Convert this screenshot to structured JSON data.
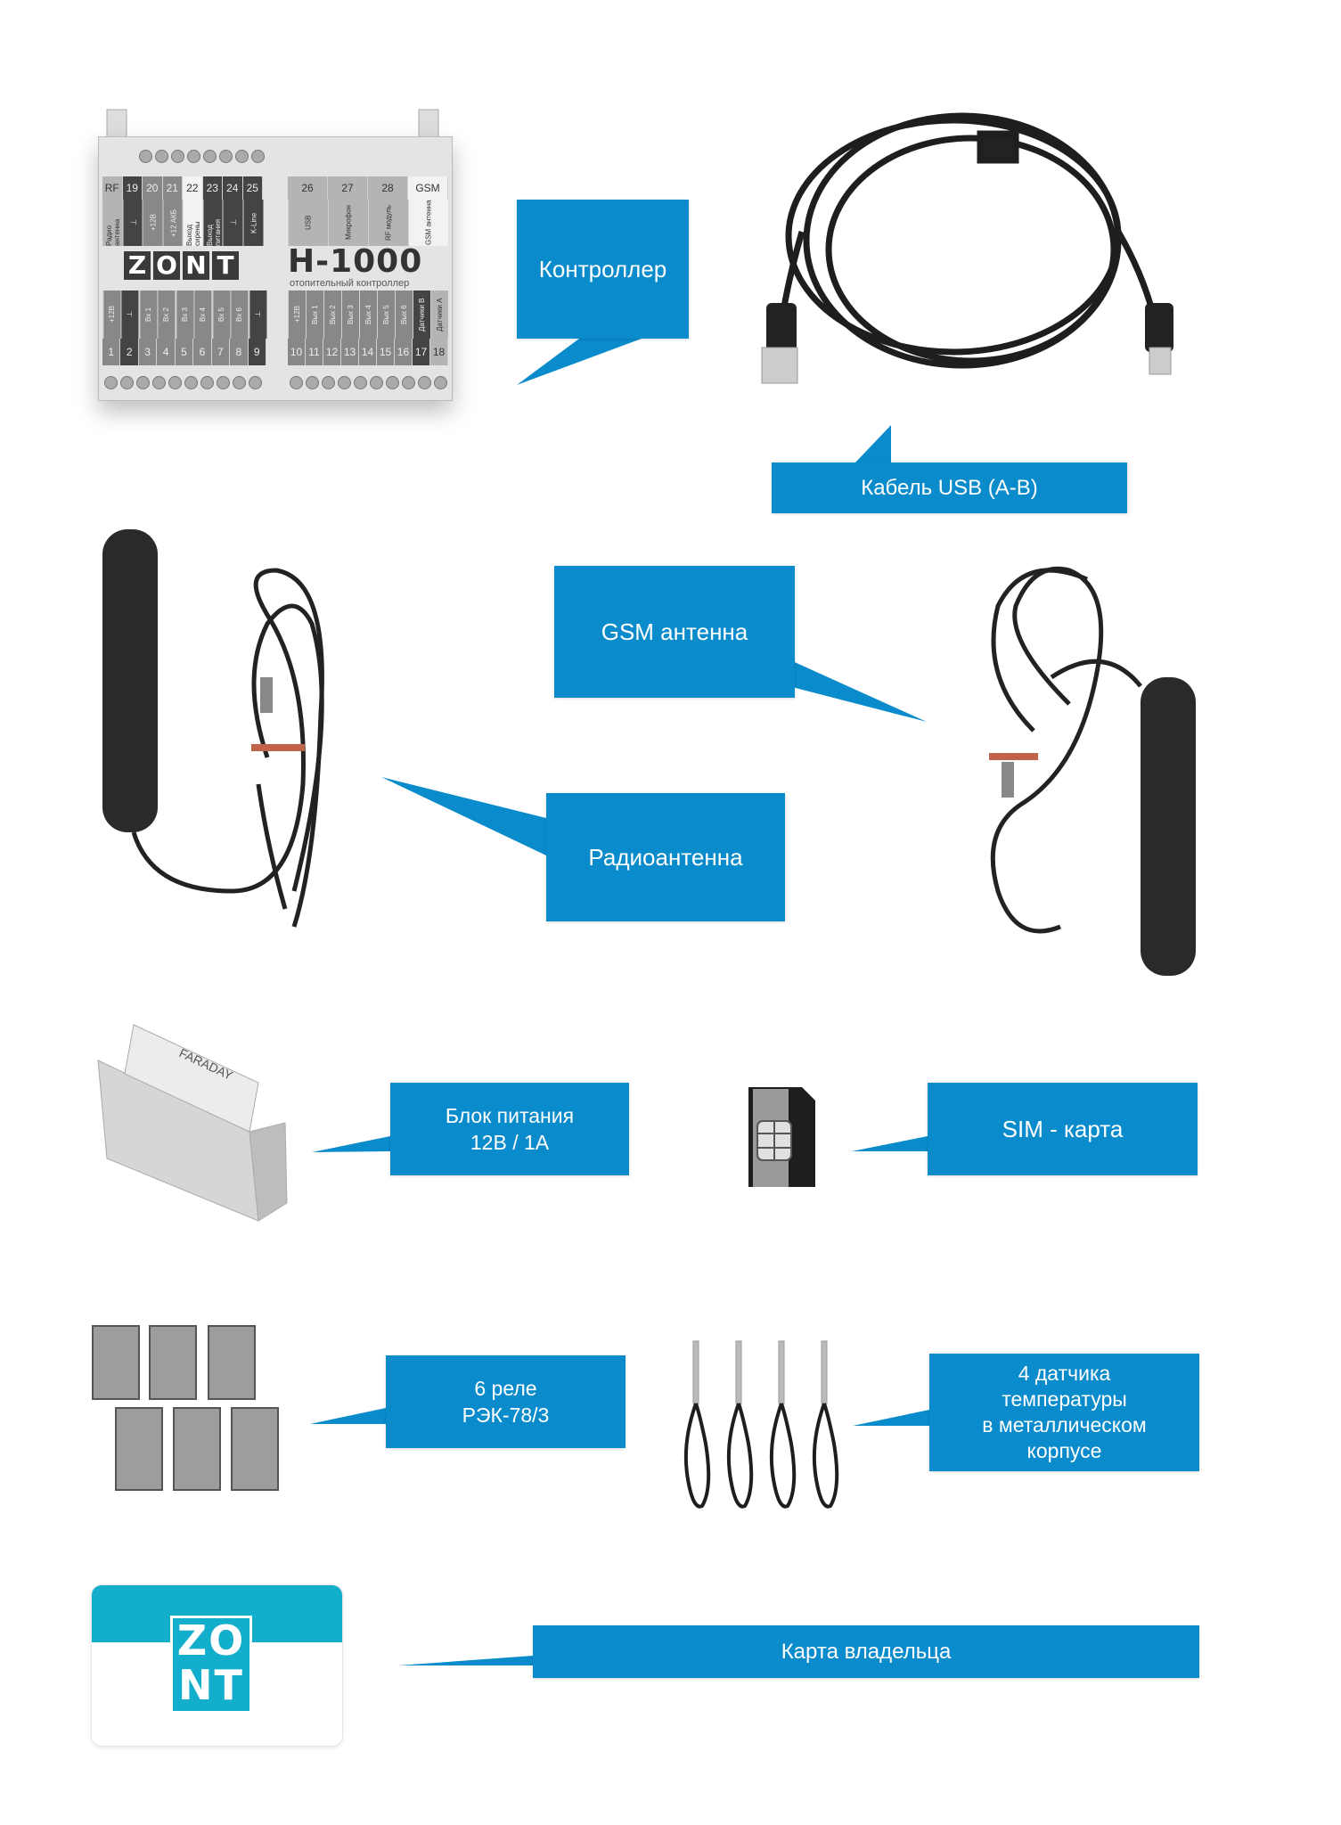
{
  "colors": {
    "callout": "#0a8bcb",
    "card_teal": "#13aecb"
  },
  "callouts": {
    "controller": "Контроллер",
    "usb_cable": "Кабель USB (A-B)",
    "gsm_antenna": "GSM антенна",
    "radio_antenna": "Радиоантенна",
    "power_supply": "Блок питания\n12В / 1А",
    "sim_card": "SIM - карта",
    "relays": "6 реле\nРЭК-78/3",
    "sensors": "4 датчика\nтемпературы\nв металлическом\nкорпусе",
    "owner_card": "Карта владельца"
  },
  "controller": {
    "logo": [
      "Z",
      "O",
      "N",
      "T"
    ],
    "model": "H-1000",
    "subtitle": "отопительный контроллер",
    "top_left_numbers": [
      "RF",
      "19",
      "20",
      "21",
      "22",
      "23",
      "24",
      "25"
    ],
    "top_right_numbers": [
      "26",
      "27",
      "28",
      "GSM"
    ],
    "top_left_labels": [
      "Радио антенна",
      "⊥",
      "+12В",
      "+12 АКБ",
      "Выход сирены",
      "Выход питания",
      "⊥",
      "K-Line"
    ],
    "top_right_labels": [
      "USB",
      "Микрофон",
      "RF модуль",
      "GSM антенна"
    ],
    "bottom_left_labels": [
      "+12В",
      "⊥",
      "Вх 1",
      "Вх 2",
      "Вх 3",
      "Вх 4",
      "Вх 5",
      "Вх 6",
      "⊥"
    ],
    "bottom_right_labels": [
      "+12В",
      "Вых 1",
      "Вых 2",
      "Вых 3",
      "Вых 4",
      "Вых 5",
      "Вых 6",
      "Датчики В",
      "Датчики А"
    ],
    "bottom_left_numbers": [
      "1",
      "2",
      "3",
      "4",
      "5",
      "6",
      "7",
      "8",
      "9"
    ],
    "bottom_right_numbers": [
      "10",
      "11",
      "12",
      "13",
      "14",
      "15",
      "16",
      "17",
      "18"
    ]
  },
  "power_supply": {
    "brand": "FARADAY"
  },
  "owner_card": {
    "logo_line1": "ZO",
    "logo_line2": "NT"
  }
}
